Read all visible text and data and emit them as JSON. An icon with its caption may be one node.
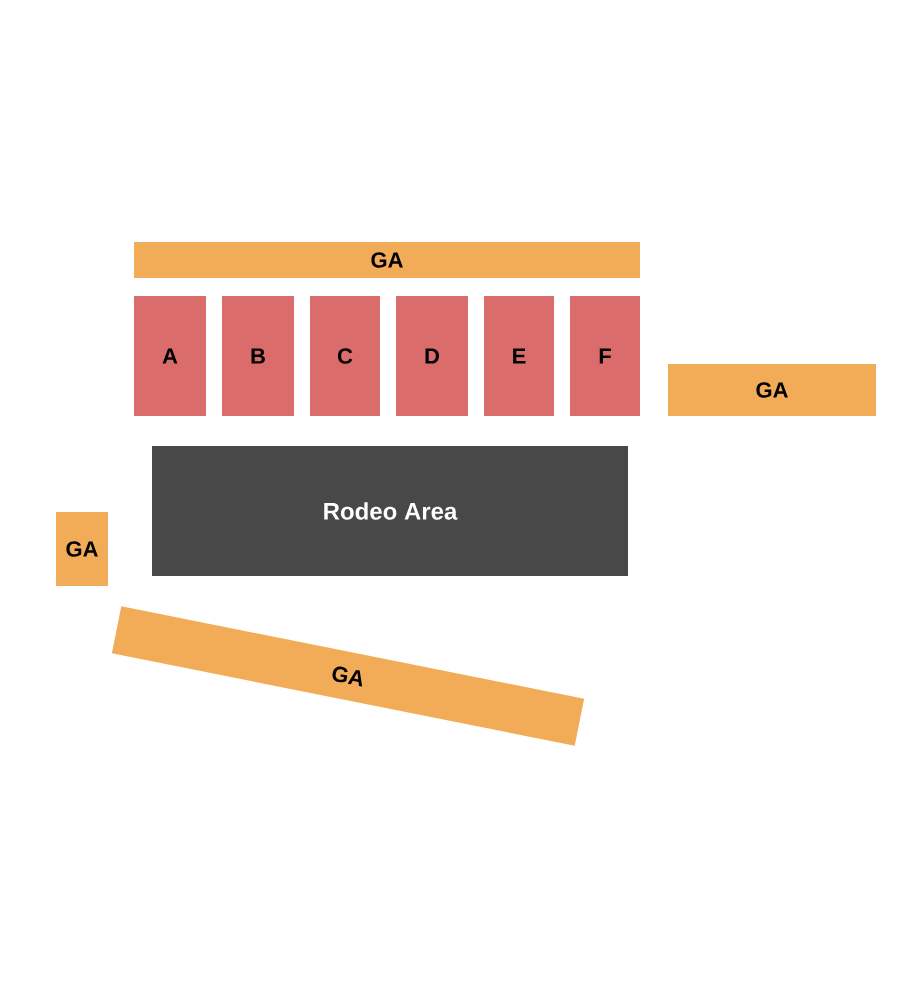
{
  "diagram": {
    "nodes": [
      {
        "text": [
          "GA"
        ]
      },
      {
        "text": [
          "A"
        ]
      },
      {
        "text": [
          "B"
        ]
      },
      {
        "text": [
          "C"
        ]
      },
      {
        "text": [
          "D"
        ]
      },
      {
        "text": [
          "E"
        ]
      },
      {
        "text": [
          "F"
        ]
      },
      {
        "text": [
          "GA"
        ]
      },
      {
        "text": [
          "Rodeo Area"
        ]
      },
      {
        "text": [
          "GA"
        ]
      },
      {
        "text": [
          "GA"
        ]
      }
    ]
  }
}
